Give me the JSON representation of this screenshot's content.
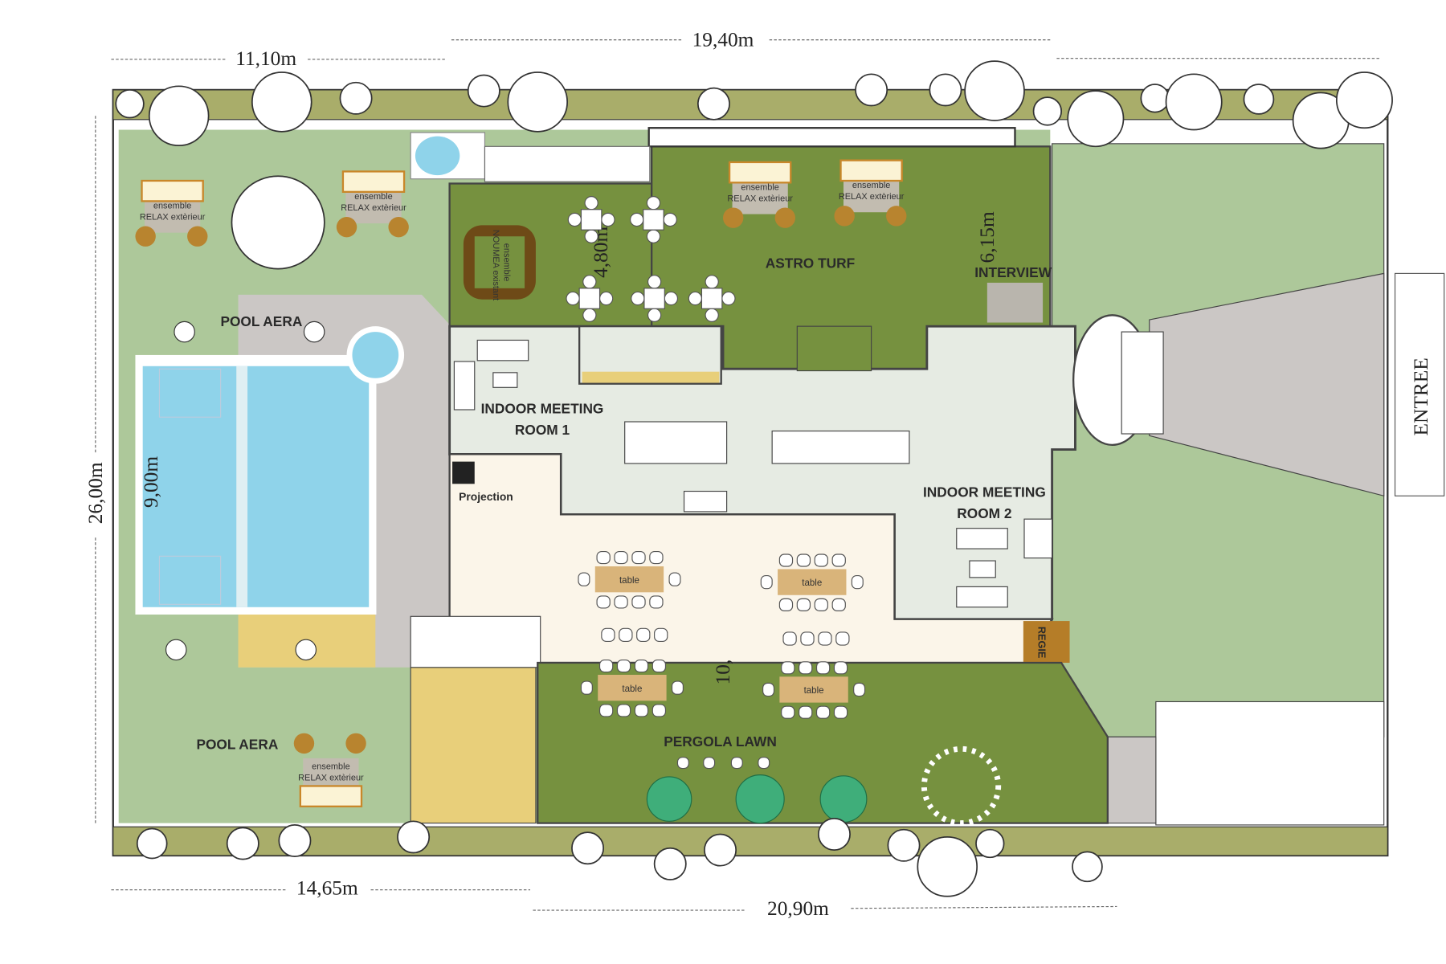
{
  "dimensions": {
    "top_left": "11,10m",
    "top_right": "19,40m",
    "left": "26,00m",
    "pool_width": "9,00m",
    "astro_depth": "4,80m",
    "interview_depth": "6,15m",
    "pergola_depth": "10,",
    "bottom_left": "14,65m",
    "bottom_right": "20,90m"
  },
  "areas": {
    "pool_top": "POOL AERA",
    "pool_bottom": "POOL AERA",
    "astro_turf": "ASTRO TURF",
    "interview": "INTERVIEW",
    "meeting1_line1": "INDOOR MEETING",
    "meeting1_line2": "ROOM 1",
    "meeting2_line1": "INDOOR MEETING",
    "meeting2_line2": "ROOM 2",
    "projection": "Projection",
    "pergola": "PERGOLA LAWN",
    "regie": "REGIE",
    "entrance": "ENTREE"
  },
  "furniture": {
    "relax_line1": "ensemble",
    "relax_line2": "RELAX extèrieur",
    "noumea_line1": "ensemble",
    "noumea_line2": "NOUMEA existant",
    "table": "table"
  },
  "colors": {
    "lawn": "#adc89a",
    "turf": "#76913f",
    "hedge": "#a9ad6a",
    "water": "#8fd3ea",
    "paving": "#cbc7c5",
    "interior": "#e6ebe3",
    "hall": "#fbf5e9",
    "sand": "#e8cf7a"
  }
}
